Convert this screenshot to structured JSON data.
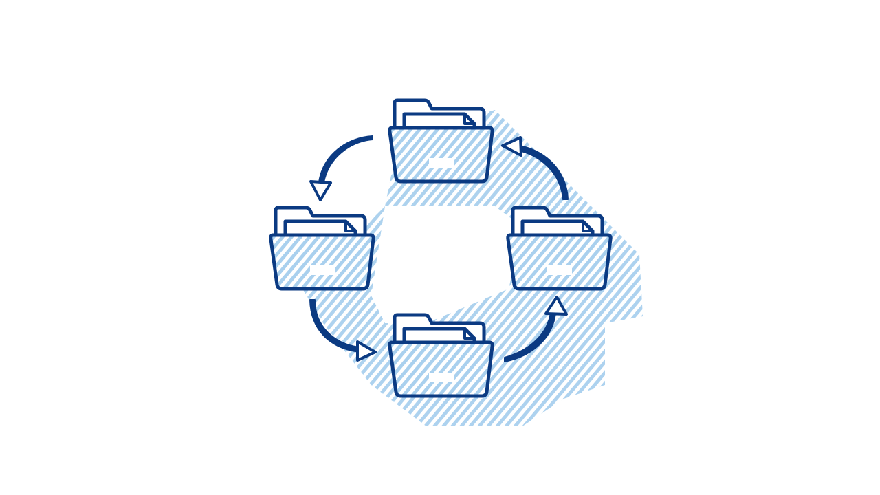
{
  "illustration": {
    "subject": "folder-sync-cycle-icon",
    "colors": {
      "background": "#ffffff",
      "stroke": "#0b3a82",
      "shadow_hatch": "#a9d0ee"
    },
    "folders": [
      "folder-top",
      "folder-left",
      "folder-right",
      "folder-bottom"
    ],
    "arrows": [
      "arrow-top-to-left",
      "arrow-left-to-bottom",
      "arrow-bottom-to-right",
      "arrow-right-to-top"
    ]
  }
}
